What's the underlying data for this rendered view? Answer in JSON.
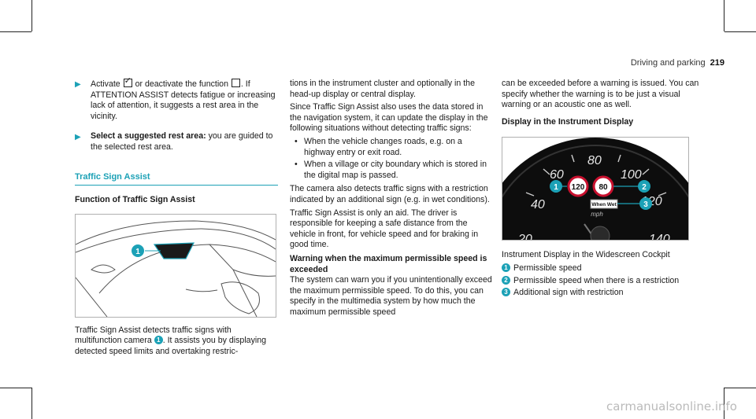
{
  "header": {
    "section": "Driving and parking",
    "page": "219"
  },
  "col1": {
    "step1": {
      "pre": "Activate",
      "mid": "or deactivate the function",
      "post": ". If ATTENTION ASSIST detects fatigue or increasing lack of attention, it suggests a rest area in the vicinity."
    },
    "step2": {
      "bold": "Select a suggested rest area:",
      "text": " you are guided to the selected rest area."
    },
    "section_title": "Traffic Sign Assist",
    "sub_title": "Function of Traffic Sign Assist",
    "fig_callout": "1",
    "body_a": "Traffic Sign Assist detects traffic signs with multifunction camera",
    "body_badge": "1",
    "body_b": ". It assists you by displaying detected speed limits and overtaking restric-"
  },
  "col2": {
    "p1": "tions in the instrument cluster and optionally in the head-up display or central display.",
    "p2": "Since Traffic Sign Assist also uses the data stored in the navigation system, it can update the display in the following situations without detecting traffic signs:",
    "bullets": [
      "When the vehicle changes roads, e.g. on a highway entry or exit road.",
      "When a village or city boundary which is stored in the digital map is passed."
    ],
    "p3": "The camera also detects traffic signs with a restriction indicated by an additional sign (e.g. in wet conditions).",
    "p4": "Traffic Sign Assist is only an aid. The driver is responsible for keeping a safe distance from the vehicle in front, for vehicle speed and for braking in good time.",
    "h_warn": "Warning when the maximum permissible speed is exceeded",
    "p5": "The system can warn you if you unintentionally exceed the maximum permissible speed. To do this, you can specify in the multimedia system by how much the maximum permissible speed"
  },
  "col3": {
    "p1": "can be exceeded before a warning is issued. You can specify whether the warning is to be just a visual warning or an acoustic one as well.",
    "h_disp": "Display in the Instrument Display",
    "gauge": {
      "ticks": [
        "40",
        "60",
        "80",
        "100",
        "120",
        "20",
        "140"
      ],
      "sign1": "120",
      "sign2": "80",
      "plate": "When Wet",
      "unit": "mph",
      "callouts": [
        "1",
        "2",
        "3"
      ]
    },
    "caption": "Instrument Display in the Widescreen Cockpit",
    "legend": [
      {
        "num": "1",
        "text": "Permissible speed"
      },
      {
        "num": "2",
        "text": "Permissible speed when there is a restriction"
      },
      {
        "num": "3",
        "text": "Additional sign with restriction"
      }
    ]
  },
  "watermark": "carmanualsonline.info",
  "colors": {
    "accent": "#1ca1b6",
    "text": "#1a1a1a",
    "gauge_bg": "#111111"
  }
}
